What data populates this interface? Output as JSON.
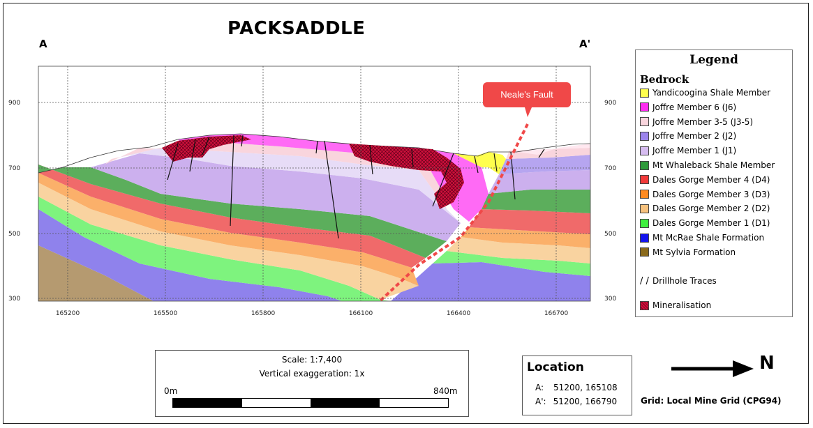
{
  "title": "PACKSADDLE",
  "section_start": "A",
  "section_end": "A'",
  "elevation_ticks": [
    "900",
    "700",
    "500",
    "300"
  ],
  "easting_ticks": [
    "165200",
    "165500",
    "165800",
    "166100",
    "166400",
    "166700"
  ],
  "fault_callout": "Neale's Fault",
  "legend": {
    "title": "Legend",
    "subtitle": "Bedrock",
    "items": [
      {
        "label": "Yandicoogina Shale Member",
        "color": "#ffff4d"
      },
      {
        "label": "Joffre Member 6 (J6)",
        "color": "#ff2bf0"
      },
      {
        "label": "Joffre Member 3-5 (J3-5)",
        "color": "#f9d5dd"
      },
      {
        "label": "Joffre Member 2 (J2)",
        "color": "#9c84ec"
      },
      {
        "label": "Joffre Member 1 (J1)",
        "color": "#d6bcf0"
      },
      {
        "label": "Mt Whaleback Shale Member",
        "color": "#2e9a3a"
      },
      {
        "label": "Dales Gorge Member 4 (D4)",
        "color": "#f23a3a"
      },
      {
        "label": "Dales Gorge Member 3 (D3)",
        "color": "#ff8a1f"
      },
      {
        "label": "Dales Gorge Member 2 (D2)",
        "color": "#f7c27e"
      },
      {
        "label": "Dales Gorge Member 1 (D1)",
        "color": "#3ff03f"
      },
      {
        "label": "Mt McRae Shale Formation",
        "color": "#1414ee"
      },
      {
        "label": "Mt Sylvia Formation",
        "color": "#8a6a1c"
      }
    ],
    "drillhole_label": "Drillhole Traces",
    "drillhole_symbol": "/ /",
    "mineral_label": "Mineralisation",
    "mineral_color": "#d0103c"
  },
  "scale": {
    "scale_text": "Scale: 1:7,400",
    "exaggeration_text": "Vertical exaggeration: 1x",
    "start_label": "0m",
    "end_label": "840m"
  },
  "location": {
    "title": "Location",
    "a_key": "A:",
    "a_coords": "51200, 165108",
    "a2_key": "A':",
    "a2_coords": "51200, 166790"
  },
  "north_label": "N",
  "grid_label": "Grid: Local Mine Grid (CPG94)"
}
